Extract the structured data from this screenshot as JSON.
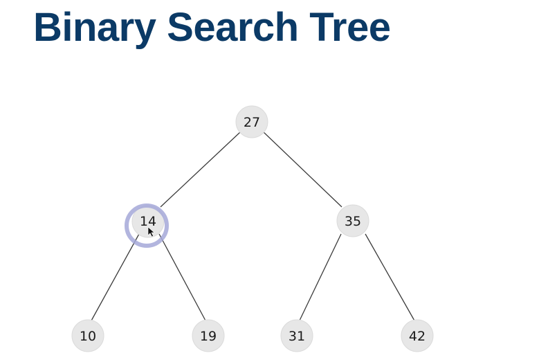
{
  "title": "Binary Search Tree",
  "tree": {
    "nodes": [
      {
        "id": "n27",
        "label": "27"
      },
      {
        "id": "n14",
        "label": "14",
        "highlighted": true
      },
      {
        "id": "n35",
        "label": "35"
      },
      {
        "id": "n10",
        "label": "10"
      },
      {
        "id": "n19",
        "label": "19"
      },
      {
        "id": "n31",
        "label": "31"
      },
      {
        "id": "n42",
        "label": "42"
      }
    ],
    "edges": [
      {
        "from": "n27",
        "to": "n14"
      },
      {
        "from": "n27",
        "to": "n35"
      },
      {
        "from": "n14",
        "to": "n10"
      },
      {
        "from": "n14",
        "to": "n19"
      },
      {
        "from": "n35",
        "to": "n31"
      },
      {
        "from": "n35",
        "to": "n42"
      }
    ]
  },
  "colors": {
    "title": "#0b3a66",
    "node_fill": "#e7e7e7",
    "highlight": "#a5a8d8"
  }
}
